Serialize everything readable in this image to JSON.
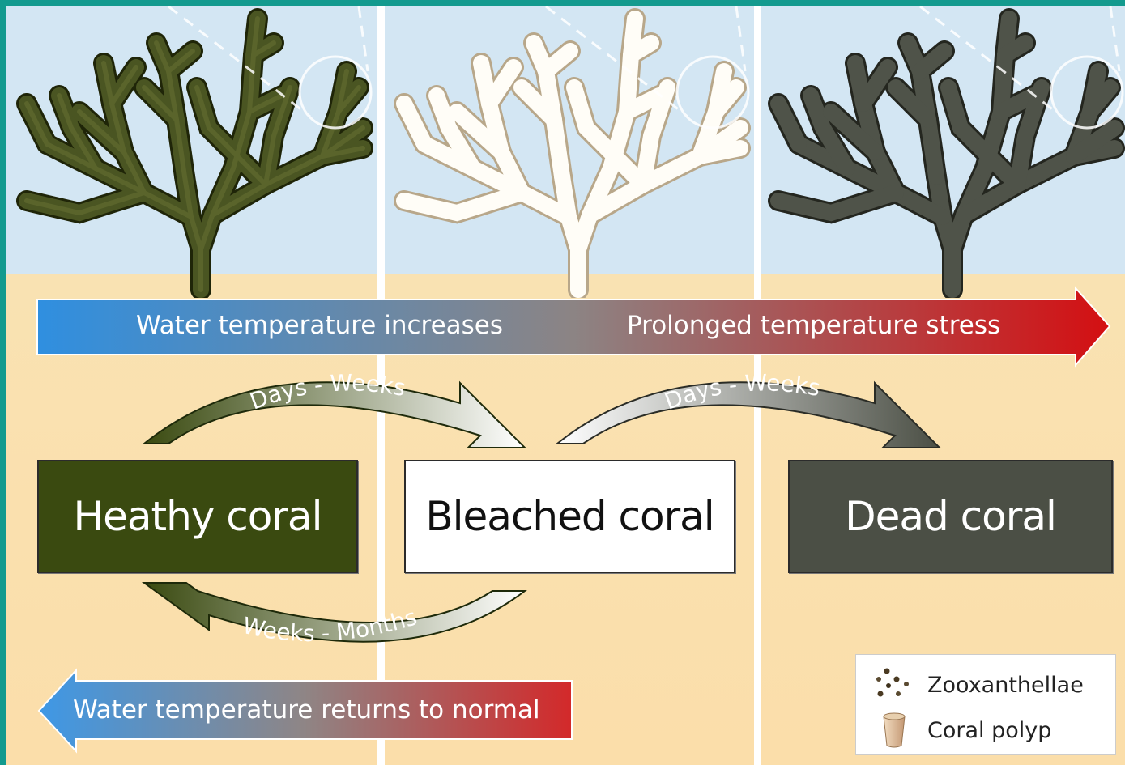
{
  "colors": {
    "teal_frame": "#139a8e",
    "sky": "#d3e6f3",
    "sand": "#fbdeaa",
    "healthy": "#3a4a10",
    "bleached": "#ffffff",
    "dead": "#4b4f45",
    "temp_cold": "#2f8fe0",
    "temp_hot": "#d40f12"
  },
  "top_arrow": {
    "label_left": "Water temperature increases",
    "label_right": "Prolonged temperature stress"
  },
  "bottom_arrow": {
    "label": "Water temperature returns to normal"
  },
  "transitions": {
    "healthy_to_bleached": "Days - Weeks",
    "bleached_to_dead": "Days - Weeks",
    "bleached_to_healthy": "Weeks - Months"
  },
  "states": [
    {
      "label": "Heathy coral",
      "icon": "healthy-coral-icon"
    },
    {
      "label": "Bleached coral",
      "icon": "bleached-coral-icon"
    },
    {
      "label": "Dead coral",
      "icon": "dead-coral-icon"
    }
  ],
  "legend": {
    "items": [
      {
        "label": "Zooxanthellae",
        "icon": "zooxanthellae-dots-icon"
      },
      {
        "label": "Coral polyp",
        "icon": "coral-polyp-icon"
      }
    ]
  }
}
